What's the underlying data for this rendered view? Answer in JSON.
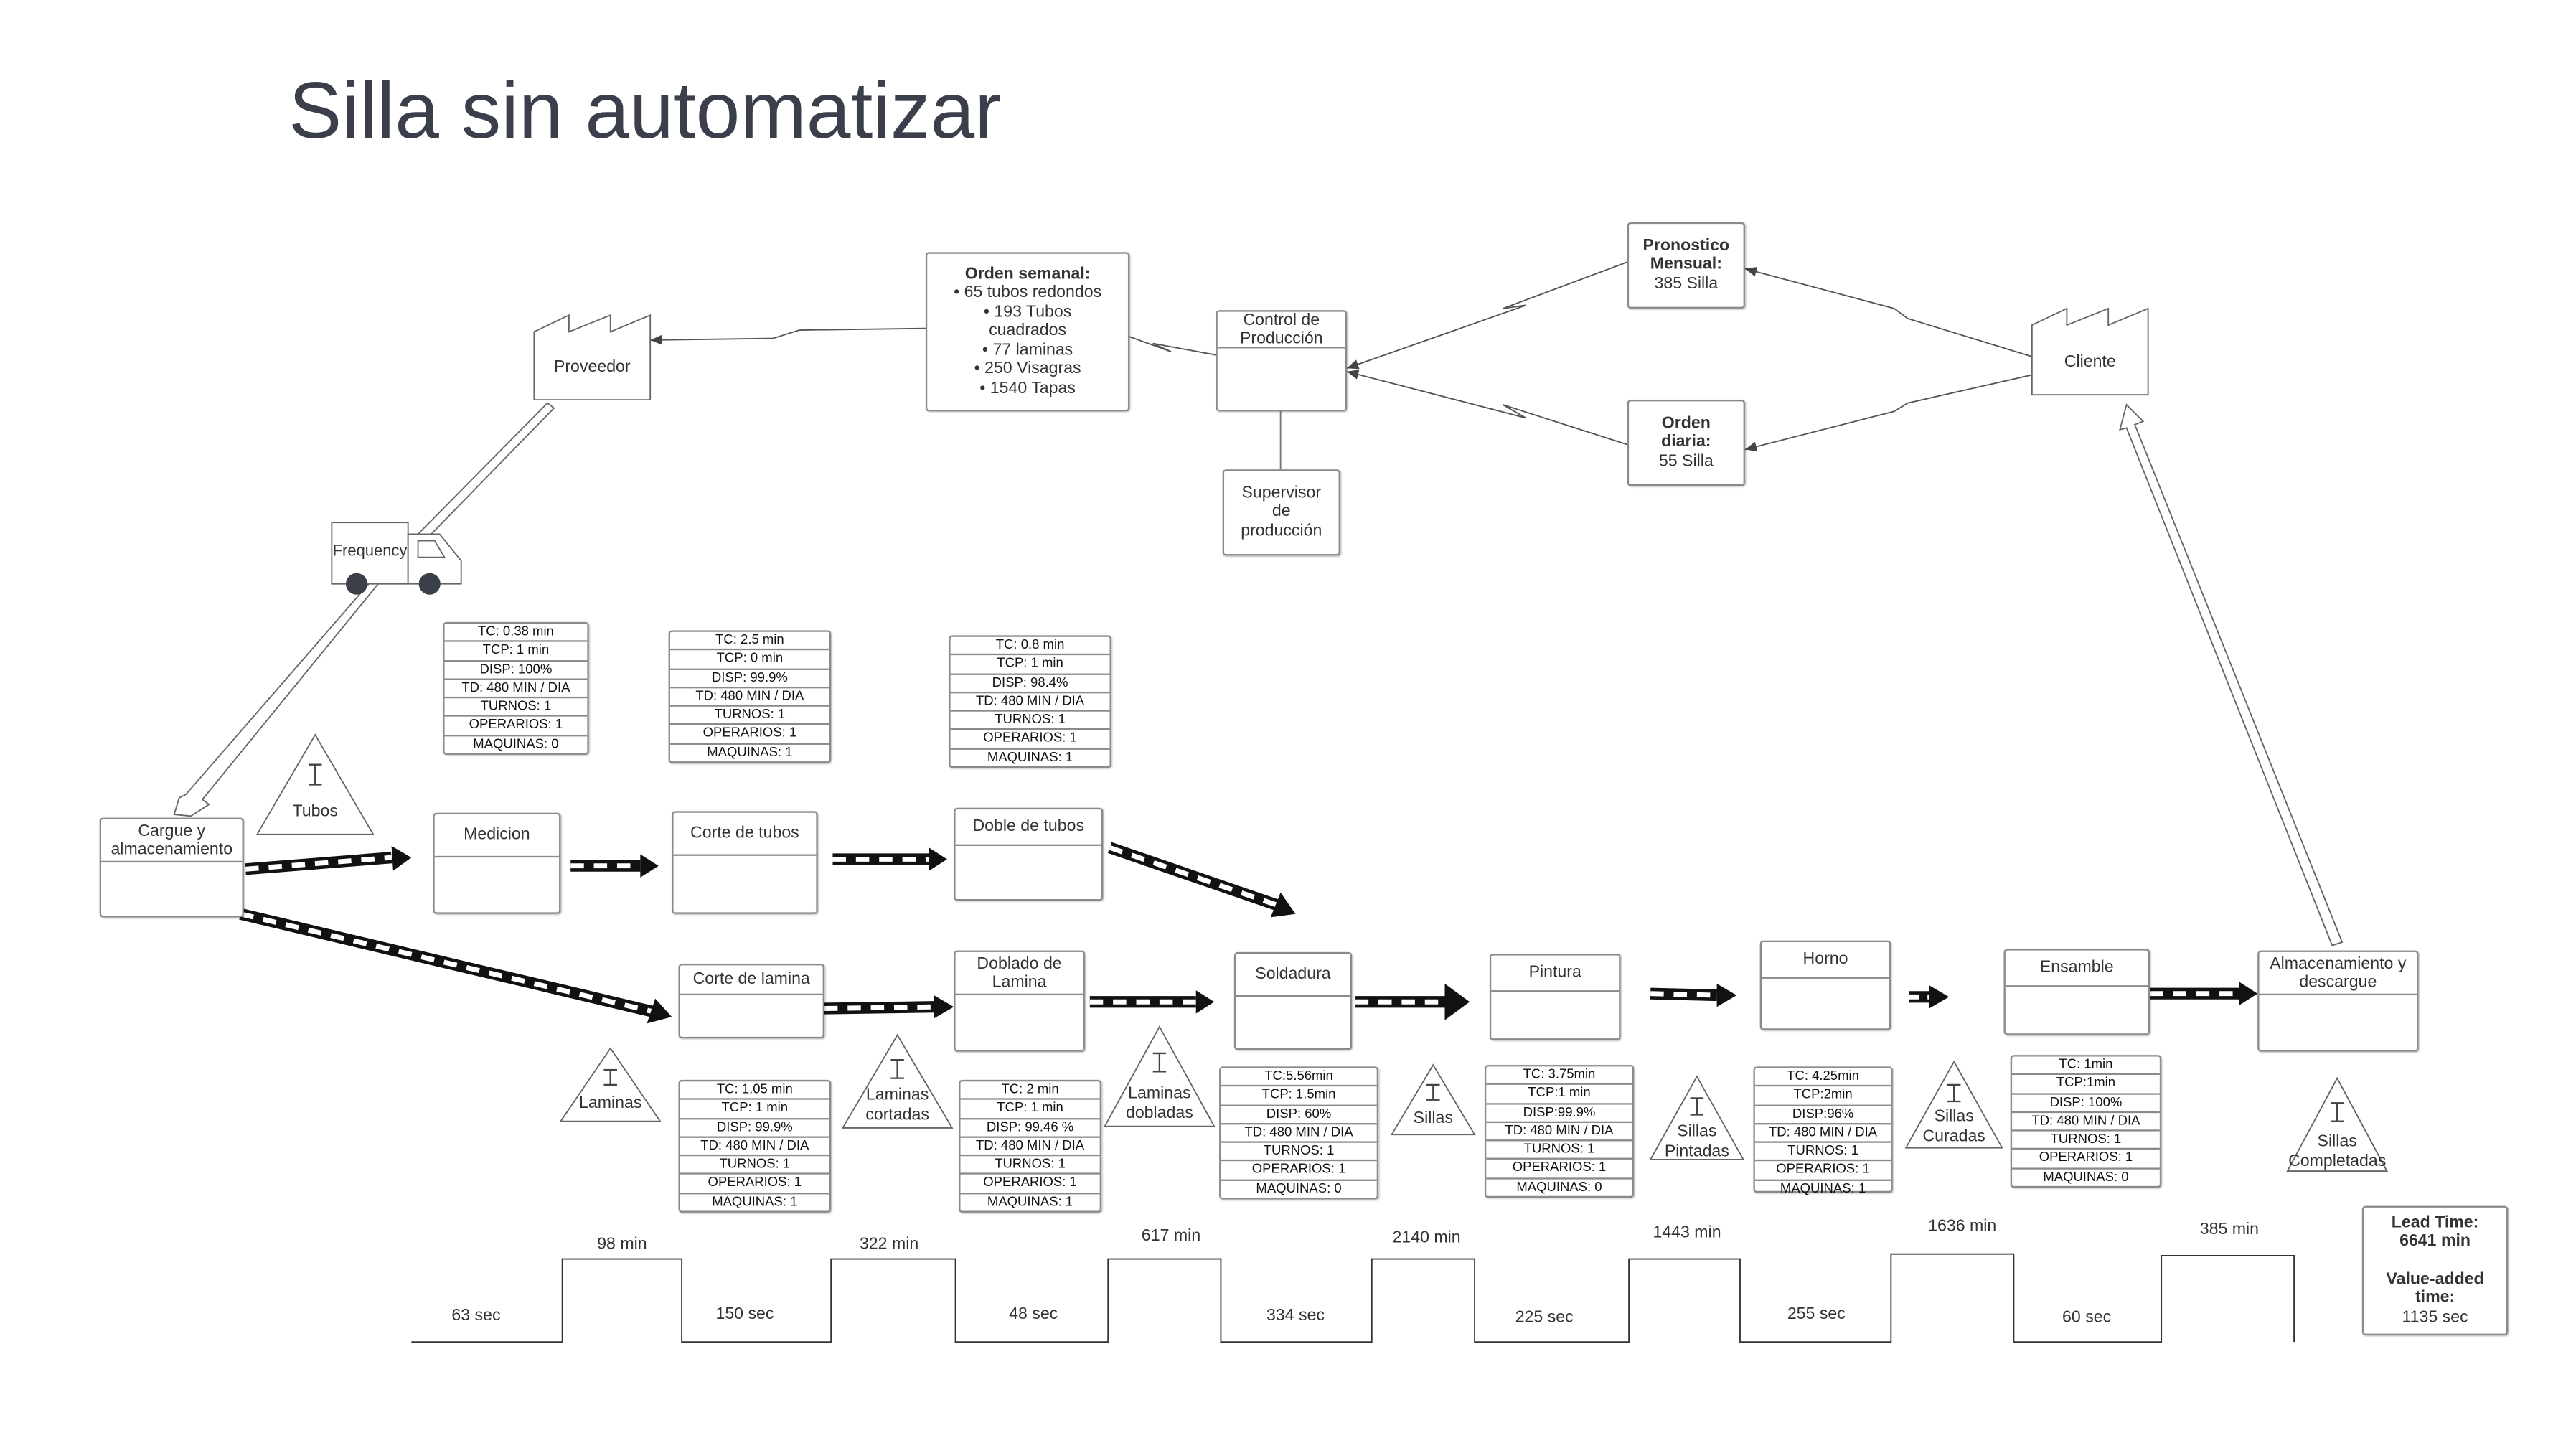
{
  "title": "Silla sin automatizar",
  "supplier": "Proveedor",
  "customer": "Cliente",
  "truck_label": "Frequency",
  "order": {
    "heading": "Orden semanal:",
    "items": [
      "• 65 tubos redondos",
      "•  193 Tubos",
      "cuadrados",
      "• 77 laminas",
      "• 250 Visagras",
      "• 1540 Tapas"
    ]
  },
  "control": "Control de Producción",
  "supervisor": [
    "Supervisor",
    "de",
    "producción"
  ],
  "forecast": {
    "l1": "Pronostico",
    "l2": "Mensual:",
    "value": "385 Silla"
  },
  "daily": {
    "l1": "Orden",
    "l2": "diaria:",
    "value": "55 Silla"
  },
  "processes": {
    "cargue": "Cargue y almacenamiento",
    "medicion": "Medicion",
    "corte_tubos": "Corte de tubos",
    "doble_tubos": "Doble de tubos",
    "corte_lamina": "Corte de lamina",
    "doblado_lamina": "Doblado de Lamina",
    "soldadura": "Soldadura",
    "pintura": "Pintura",
    "horno": "Horno",
    "ensamble": "Ensamble",
    "almacenamiento": "Almacenamiento y descargue"
  },
  "data_boxes": {
    "medicion": [
      "TC: 0.38 min",
      "TCP: 1 min",
      "DISP: 100%",
      "TD:  480 MIN / DIA",
      "TURNOS: 1",
      "OPERARIOS: 1",
      "MAQUINAS: 0"
    ],
    "corte_tubos": [
      "TC: 2.5 min",
      "TCP: 0 min",
      "DISP: 99.9%",
      "TD:  480 MIN / DIA",
      "TURNOS: 1",
      "OPERARIOS: 1",
      "MAQUINAS: 1"
    ],
    "doble_tubos": [
      "TC: 0.8 min",
      "TCP: 1 min",
      "DISP: 98.4%",
      "TD:  480 MIN / DIA",
      "TURNOS: 1",
      "OPERARIOS: 1",
      "MAQUINAS: 1"
    ],
    "corte_lamina": [
      "TC: 1.05 min",
      "TCP: 1 min",
      "DISP: 99.9%",
      "TD:  480 MIN / DIA",
      "TURNOS: 1",
      "OPERARIOS: 1",
      "MAQUINAS: 1"
    ],
    "doblado_lamina": [
      "TC: 2 min",
      "TCP: 1 min",
      "DISP: 99.46 %",
      "TD:  480 MIN / DIA",
      "TURNOS:  1",
      "OPERARIOS: 1",
      "MAQUINAS: 1"
    ],
    "soldadura": [
      "TC:5.56min",
      "TCP: 1.5min",
      "DISP: 60%",
      "TD:  480 MIN / DIA",
      "TURNOS: 1",
      "OPERARIOS: 1",
      "MAQUINAS: 0"
    ],
    "pintura": [
      "TC: 3.75min",
      "TCP:1 min",
      "DISP:99.9%",
      "TD:  480 MIN / DIA",
      "TURNOS:  1",
      "OPERARIOS: 1",
      "MAQUINAS: 0"
    ],
    "horno": [
      "TC: 4.25min",
      "TCP:2min",
      "DISP:96%",
      "TD:  480 MIN / DIA",
      "TURNOS:  1",
      "OPERARIOS: 1",
      "MAQUINAS: 1"
    ],
    "ensamble": [
      "TC: 1min",
      "TCP:1min",
      "DISP: 100%",
      "TD:  480 MIN / DIA",
      "TURNOS: 1",
      "OPERARIOS: 1",
      "MAQUINAS: 0"
    ]
  },
  "inventories": {
    "tubos": [
      "Tubos"
    ],
    "laminas": [
      "Laminas"
    ],
    "laminas_cortadas": [
      "Laminas",
      "cortadas"
    ],
    "laminas_dobladas": [
      "Laminas",
      "dobladas"
    ],
    "sillas": [
      "Sillas"
    ],
    "sillas_pintadas": [
      "Sillas",
      "Pintadas"
    ],
    "sillas_curadas": [
      "Sillas",
      "Curadas"
    ],
    "sillas_completadas": [
      "Sillas",
      "Completadas"
    ]
  },
  "timeline": {
    "process_times": [
      "63 sec",
      "150 sec",
      "48 sec",
      "334 sec",
      "225 sec",
      "255 sec",
      "60 sec"
    ],
    "wait_times": [
      "98 min",
      "322 min",
      "617 min",
      "2140 min",
      "1443 min",
      "1636 min",
      "385 min"
    ]
  },
  "summary": {
    "lead_label": "Lead Time:",
    "lead_value": "6641 min",
    "va_label1": "Value-added",
    "va_label2": "time:",
    "va_value": "1135 sec"
  }
}
